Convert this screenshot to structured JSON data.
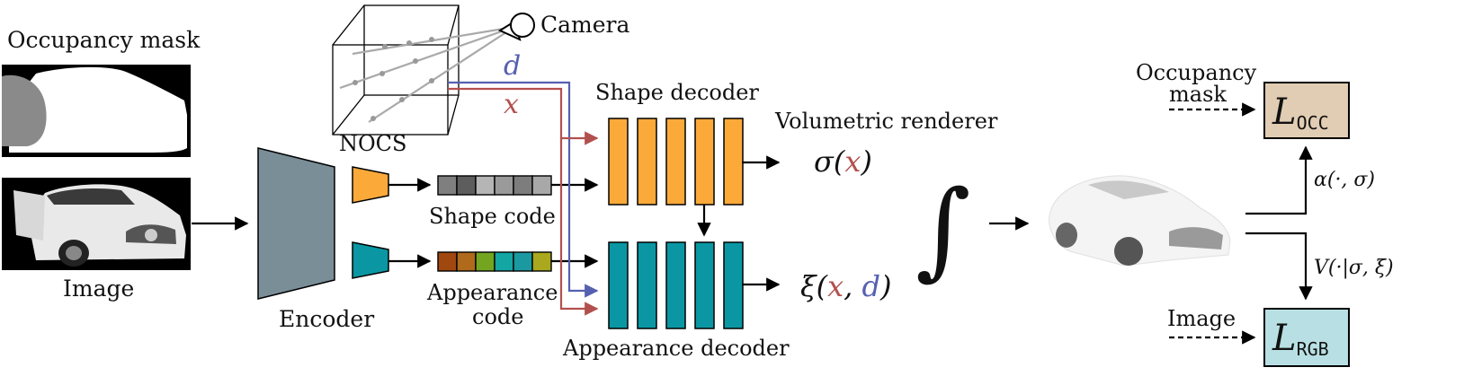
{
  "labels": {
    "occupancy_mask_top": "Occupancy mask",
    "image_left": "Image",
    "encoder": "Encoder",
    "nocs": "NOCS",
    "camera": "Camera",
    "dir_d": "d",
    "pos_x": "x",
    "shape_decoder": "Shape decoder",
    "shape_code": "Shape code",
    "appearance_code_1": "Appearance",
    "appearance_code_2": "code",
    "appearance_decoder": "Appearance decoder",
    "volumetric_renderer": "Volumetric renderer",
    "sigma_pre": "σ(",
    "sigma_x": "x",
    "sigma_post": ")",
    "xi_pre": "ξ(",
    "xi_x": "x",
    "xi_comma": ", ",
    "xi_d": "d",
    "xi_post": ")",
    "integral": "∫",
    "occ_mask_1": "Occupancy",
    "occ_mask_2": "mask",
    "loss_occ_L": "L",
    "loss_occ_sub": "OCC",
    "alpha_label": "α(·, σ)",
    "v_label": "V(·|σ, ξ)",
    "image_right": "Image",
    "loss_rgb_L": "L",
    "loss_rgb_sub": "RGB"
  },
  "colors": {
    "encoder": "#7a8e98",
    "shape": "#fbaa3a",
    "appearance": "#0a97a3",
    "ray_d": "#5560b0",
    "ray_x": "#b2504e",
    "loss_occ": "#e1cdb3",
    "loss_rgb": "#b8e0e4",
    "shape_code_cells": [
      "#7f7f7f",
      "#5d5d5d",
      "#b5b5b5",
      "#9a9a9a",
      "#7d7d7d",
      "#a8a8a8"
    ],
    "appearance_code_cells": [
      "#a0480f",
      "#b06a1c",
      "#74a521",
      "#13a6a3",
      "#1a9aa0",
      "#a9a81e"
    ]
  }
}
